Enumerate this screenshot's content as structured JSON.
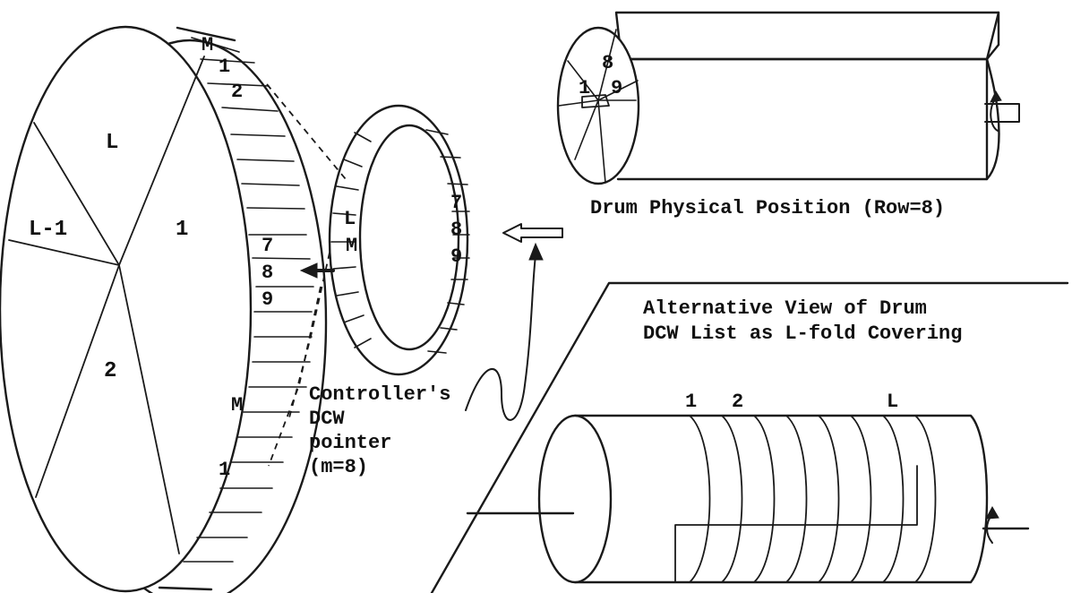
{
  "main_drum": {
    "sectors": [
      "L",
      "L-1",
      "1",
      "2"
    ],
    "rim_top": [
      "M",
      "1",
      "2"
    ],
    "rim_mid": [
      "7",
      "8",
      "9"
    ],
    "rim_bottom": [
      "M",
      "1"
    ]
  },
  "controller_ring": {
    "left_labels": [
      "L",
      "M"
    ],
    "right_labels": [
      "7",
      "8",
      "9"
    ]
  },
  "pointer_caption": [
    "Controller's",
    "DCW",
    "pointer",
    "(m=8)"
  ],
  "physical_drum": {
    "face_labels": [
      "1",
      "8",
      "9"
    ],
    "caption": "Drum Physical Position (Row=8)"
  },
  "alt_view": {
    "caption_lines": [
      "Alternative View of Drum",
      "DCW List as L-fold Covering"
    ],
    "fold_labels": [
      "1",
      "2",
      "L"
    ]
  }
}
